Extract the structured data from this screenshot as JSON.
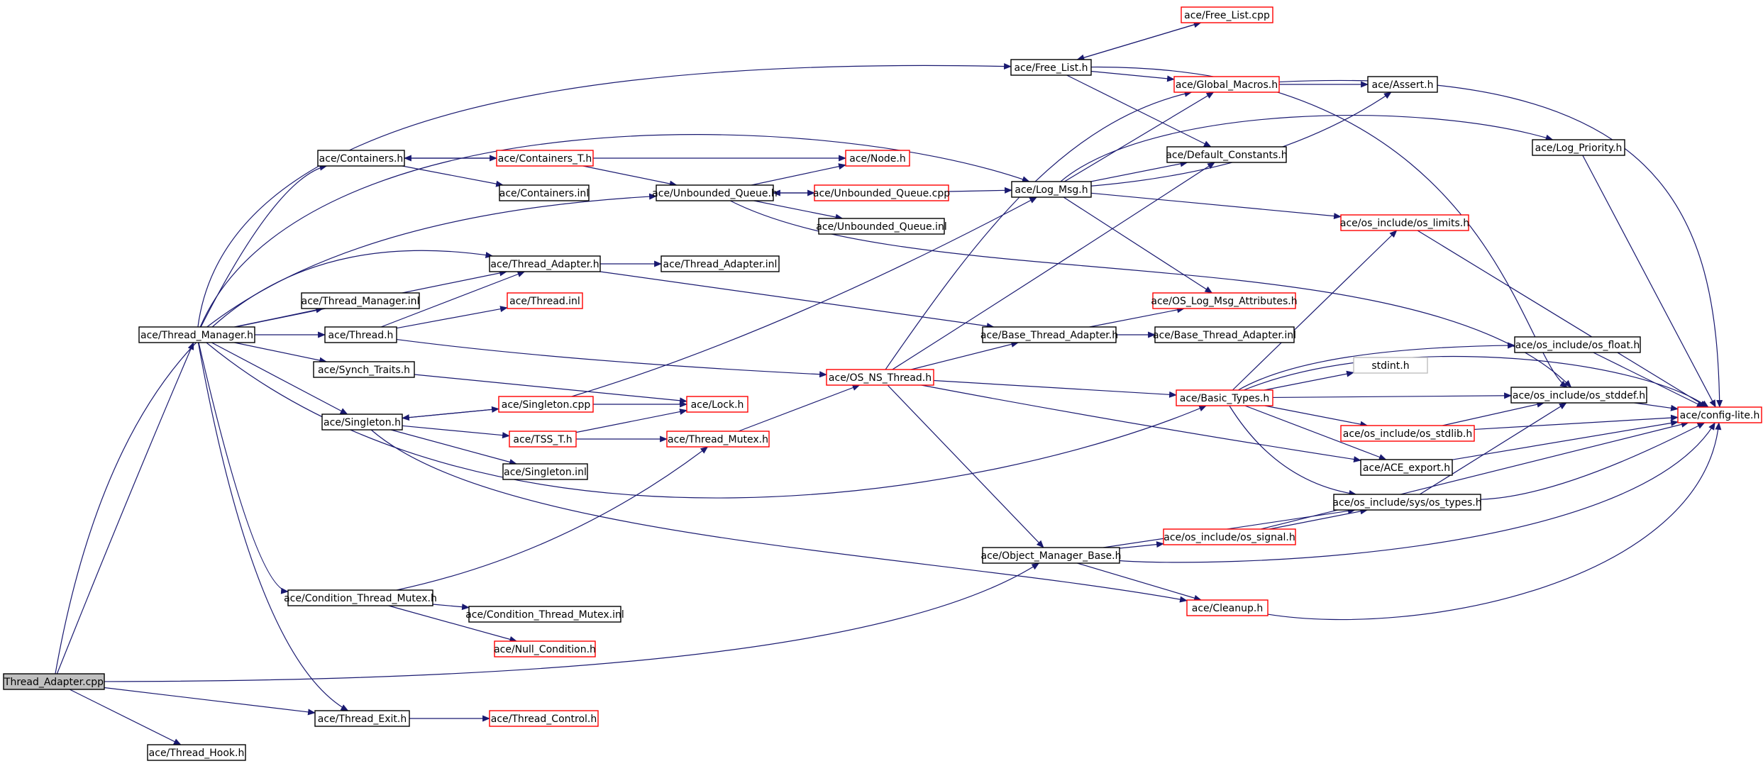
{
  "colors": {
    "edge": "#191970",
    "border_default": "#000000",
    "border_incomplete": "#ff0000",
    "border_no_children": "#bfbfbf",
    "root_fill": "#bfbfbf",
    "node_fill": "#ffffff"
  },
  "nodes": [
    {
      "id": "root",
      "label": "Thread_Adapter.cpp",
      "kind": "root"
    },
    {
      "id": "free_list_cpp",
      "label": "ace/Free_List.cpp",
      "kind": "incomplete"
    },
    {
      "id": "free_list_h",
      "label": "ace/Free_List.h",
      "kind": "normal"
    },
    {
      "id": "global_macros",
      "label": "ace/Global_Macros.h",
      "kind": "incomplete"
    },
    {
      "id": "assert_h",
      "label": "ace/Assert.h",
      "kind": "normal"
    },
    {
      "id": "default_constants",
      "label": "ace/Default_Constants.h",
      "kind": "normal"
    },
    {
      "id": "log_priority",
      "label": "ace/Log_Priority.h",
      "kind": "normal"
    },
    {
      "id": "containers_h",
      "label": "ace/Containers.h",
      "kind": "normal"
    },
    {
      "id": "containers_t",
      "label": "ace/Containers_T.h",
      "kind": "incomplete"
    },
    {
      "id": "node_h",
      "label": "ace/Node.h",
      "kind": "incomplete"
    },
    {
      "id": "containers_inl",
      "label": "ace/Containers.inl",
      "kind": "normal"
    },
    {
      "id": "unbounded_queue_h",
      "label": "ace/Unbounded_Queue.h",
      "kind": "normal"
    },
    {
      "id": "unbounded_queue_cpp",
      "label": "ace/Unbounded_Queue.cpp",
      "kind": "incomplete"
    },
    {
      "id": "log_msg",
      "label": "ace/Log_Msg.h",
      "kind": "normal"
    },
    {
      "id": "unbounded_queue_inl",
      "label": "ace/Unbounded_Queue.inl",
      "kind": "normal"
    },
    {
      "id": "os_limits",
      "label": "ace/os_include/os_limits.h",
      "kind": "incomplete"
    },
    {
      "id": "thread_adapter_h",
      "label": "ace/Thread_Adapter.h",
      "kind": "normal"
    },
    {
      "id": "thread_adapter_inl",
      "label": "ace/Thread_Adapter.inl",
      "kind": "normal"
    },
    {
      "id": "thread_manager_inl",
      "label": "ace/Thread_Manager.inl",
      "kind": "normal"
    },
    {
      "id": "thread_inl",
      "label": "ace/Thread.inl",
      "kind": "incomplete"
    },
    {
      "id": "os_log_msg_attr",
      "label": "ace/OS_Log_Msg_Attributes.h",
      "kind": "incomplete"
    },
    {
      "id": "thread_manager_h",
      "label": "ace/Thread_Manager.h",
      "kind": "normal"
    },
    {
      "id": "thread_h",
      "label": "ace/Thread.h",
      "kind": "normal"
    },
    {
      "id": "base_thread_adapter_h",
      "label": "ace/Base_Thread_Adapter.h",
      "kind": "normal"
    },
    {
      "id": "base_thread_adapter_inl",
      "label": "ace/Base_Thread_Adapter.inl",
      "kind": "normal"
    },
    {
      "id": "os_float",
      "label": "ace/os_include/os_float.h",
      "kind": "normal"
    },
    {
      "id": "synch_traits",
      "label": "ace/Synch_Traits.h",
      "kind": "normal"
    },
    {
      "id": "stdint_h",
      "label": "stdint.h",
      "kind": "nochildren"
    },
    {
      "id": "os_ns_thread",
      "label": "ace/OS_NS_Thread.h",
      "kind": "incomplete"
    },
    {
      "id": "singleton_cpp",
      "label": "ace/Singleton.cpp",
      "kind": "incomplete"
    },
    {
      "id": "lock_h",
      "label": "ace/Lock.h",
      "kind": "incomplete"
    },
    {
      "id": "basic_types",
      "label": "ace/Basic_Types.h",
      "kind": "incomplete"
    },
    {
      "id": "os_stddef",
      "label": "ace/os_include/os_stddef.h",
      "kind": "normal"
    },
    {
      "id": "config_lite",
      "label": "ace/config-lite.h",
      "kind": "incomplete"
    },
    {
      "id": "singleton_h",
      "label": "ace/Singleton.h",
      "kind": "normal"
    },
    {
      "id": "tss_t",
      "label": "ace/TSS_T.h",
      "kind": "incomplete"
    },
    {
      "id": "thread_mutex",
      "label": "ace/Thread_Mutex.h",
      "kind": "incomplete"
    },
    {
      "id": "os_stdlib",
      "label": "ace/os_include/os_stdlib.h",
      "kind": "incomplete"
    },
    {
      "id": "singleton_inl",
      "label": "ace/Singleton.inl",
      "kind": "normal"
    },
    {
      "id": "ace_export",
      "label": "ace/ACE_export.h",
      "kind": "normal"
    },
    {
      "id": "os_types",
      "label": "ace/os_include/sys/os_types.h",
      "kind": "normal"
    },
    {
      "id": "os_signal",
      "label": "ace/os_include/os_signal.h",
      "kind": "incomplete"
    },
    {
      "id": "object_manager_base",
      "label": "ace/Object_Manager_Base.h",
      "kind": "normal"
    },
    {
      "id": "condition_thread_mutex_h",
      "label": "ace/Condition_Thread_Mutex.h",
      "kind": "normal"
    },
    {
      "id": "condition_thread_mutex_inl",
      "label": "ace/Condition_Thread_Mutex.inl",
      "kind": "normal"
    },
    {
      "id": "cleanup_h",
      "label": "ace/Cleanup.h",
      "kind": "incomplete"
    },
    {
      "id": "null_condition",
      "label": "ace/Null_Condition.h",
      "kind": "incomplete"
    },
    {
      "id": "thread_exit",
      "label": "ace/Thread_Exit.h",
      "kind": "normal"
    },
    {
      "id": "thread_control",
      "label": "ace/Thread_Control.h",
      "kind": "incomplete"
    },
    {
      "id": "thread_hook",
      "label": "ace/Thread_Hook.h",
      "kind": "normal"
    }
  ],
  "edges": [
    [
      "root",
      "thread_manager_h"
    ],
    [
      "root",
      "thread_adapter_h"
    ],
    [
      "root",
      "object_manager_base"
    ],
    [
      "root",
      "thread_exit"
    ],
    [
      "root",
      "thread_hook"
    ],
    [
      "thread_manager_h",
      "free_list_h"
    ],
    [
      "thread_manager_h",
      "log_msg"
    ],
    [
      "thread_manager_h",
      "containers_h"
    ],
    [
      "thread_manager_h",
      "unbounded_queue_h"
    ],
    [
      "thread_manager_h",
      "thread_adapter_h"
    ],
    [
      "thread_manager_h",
      "thread_manager_inl"
    ],
    [
      "thread_manager_h",
      "thread_h"
    ],
    [
      "thread_manager_h",
      "synch_traits"
    ],
    [
      "thread_manager_h",
      "singleton_h"
    ],
    [
      "thread_manager_h",
      "basic_types"
    ],
    [
      "thread_manager_h",
      "condition_thread_mutex_h"
    ],
    [
      "thread_manager_h",
      "thread_exit"
    ],
    [
      "free_list_h",
      "free_list_cpp"
    ],
    [
      "free_list_cpp",
      "free_list_h"
    ],
    [
      "free_list_h",
      "global_macros"
    ],
    [
      "free_list_h",
      "default_constants"
    ],
    [
      "free_list_h",
      "os_stddef"
    ],
    [
      "global_macros",
      "assert_h"
    ],
    [
      "global_macros",
      "config_lite"
    ],
    [
      "containers_h",
      "containers_t"
    ],
    [
      "containers_t",
      "containers_h"
    ],
    [
      "containers_h",
      "containers_inl"
    ],
    [
      "containers_t",
      "node_h"
    ],
    [
      "containers_t",
      "unbounded_queue_h"
    ],
    [
      "unbounded_queue_h",
      "node_h"
    ],
    [
      "unbounded_queue_h",
      "unbounded_queue_cpp"
    ],
    [
      "unbounded_queue_cpp",
      "unbounded_queue_h"
    ],
    [
      "unbounded_queue_h",
      "unbounded_queue_inl"
    ],
    [
      "unbounded_queue_h",
      "os_stddef"
    ],
    [
      "unbounded_queue_cpp",
      "log_msg"
    ],
    [
      "log_msg",
      "global_macros"
    ],
    [
      "log_msg",
      "default_constants"
    ],
    [
      "log_msg",
      "assert_h"
    ],
    [
      "log_msg",
      "log_priority"
    ],
    [
      "log_msg",
      "os_limits"
    ],
    [
      "log_msg",
      "os_log_msg_attr"
    ],
    [
      "log_priority",
      "config_lite"
    ],
    [
      "os_limits",
      "config_lite"
    ],
    [
      "thread_adapter_h",
      "thread_adapter_inl"
    ],
    [
      "thread_adapter_h",
      "base_thread_adapter_h"
    ],
    [
      "thread_h",
      "thread_adapter_h"
    ],
    [
      "thread_h",
      "thread_inl"
    ],
    [
      "thread_h",
      "os_ns_thread"
    ],
    [
      "synch_traits",
      "lock_h"
    ],
    [
      "base_thread_adapter_h",
      "os_log_msg_attr"
    ],
    [
      "base_thread_adapter_h",
      "base_thread_adapter_inl"
    ],
    [
      "os_ns_thread",
      "base_thread_adapter_h"
    ],
    [
      "os_ns_thread",
      "global_macros"
    ],
    [
      "os_ns_thread",
      "default_constants"
    ],
    [
      "os_ns_thread",
      "basic_types"
    ],
    [
      "os_ns_thread",
      "ace_export"
    ],
    [
      "os_ns_thread",
      "object_manager_base"
    ],
    [
      "singleton_h",
      "singleton_cpp"
    ],
    [
      "singleton_cpp",
      "singleton_h"
    ],
    [
      "singleton_cpp",
      "lock_h"
    ],
    [
      "singleton_cpp",
      "log_msg"
    ],
    [
      "singleton_h",
      "tss_t"
    ],
    [
      "singleton_h",
      "singleton_inl"
    ],
    [
      "singleton_h",
      "cleanup_h"
    ],
    [
      "tss_t",
      "lock_h"
    ],
    [
      "tss_t",
      "thread_mutex"
    ],
    [
      "thread_mutex",
      "os_ns_thread"
    ],
    [
      "basic_types",
      "os_limits"
    ],
    [
      "basic_types",
      "os_float"
    ],
    [
      "basic_types",
      "stdint_h"
    ],
    [
      "basic_types",
      "os_stddef"
    ],
    [
      "basic_types",
      "os_stdlib"
    ],
    [
      "basic_types",
      "ace_export"
    ],
    [
      "basic_types",
      "os_types"
    ],
    [
      "basic_types",
      "config_lite"
    ],
    [
      "os_float",
      "config_lite"
    ],
    [
      "os_stddef",
      "config_lite"
    ],
    [
      "os_stdlib",
      "os_stddef"
    ],
    [
      "os_stdlib",
      "config_lite"
    ],
    [
      "ace_export",
      "config_lite"
    ],
    [
      "os_types",
      "os_stddef"
    ],
    [
      "os_types",
      "config_lite"
    ],
    [
      "object_manager_base",
      "os_types"
    ],
    [
      "object_manager_base",
      "os_signal"
    ],
    [
      "object_manager_base",
      "cleanup_h"
    ],
    [
      "object_manager_base",
      "config_lite"
    ],
    [
      "os_signal",
      "os_types"
    ],
    [
      "os_signal",
      "config_lite"
    ],
    [
      "cleanup_h",
      "config_lite"
    ],
    [
      "condition_thread_mutex_h",
      "condition_thread_mutex_inl"
    ],
    [
      "condition_thread_mutex_h",
      "null_condition"
    ],
    [
      "condition_thread_mutex_h",
      "thread_mutex"
    ],
    [
      "thread_exit",
      "thread_control"
    ]
  ]
}
